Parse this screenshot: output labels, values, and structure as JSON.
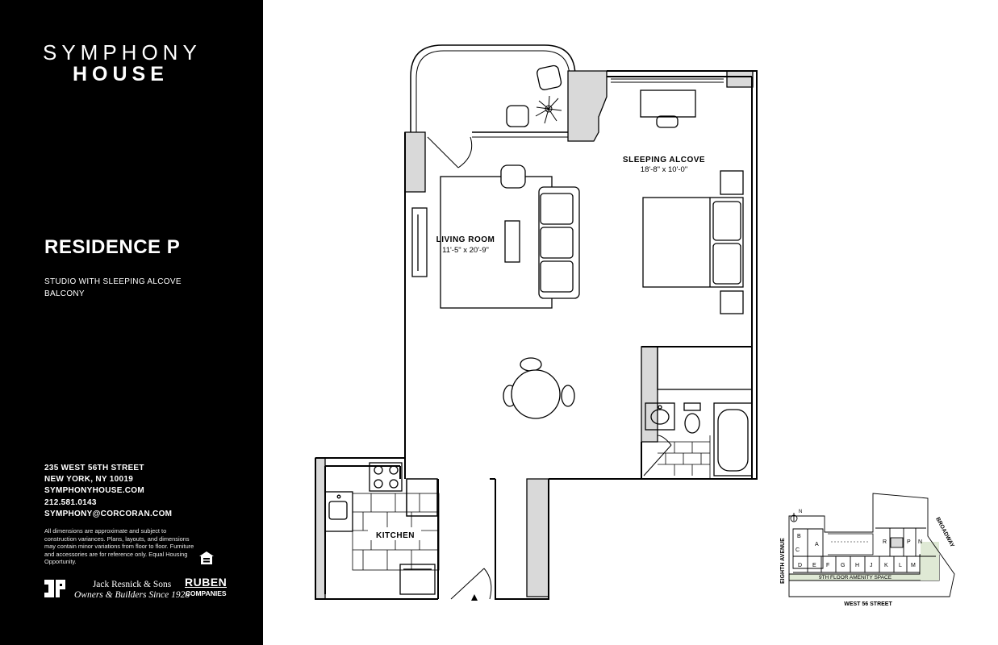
{
  "brand": {
    "line1": "SYMPHONY",
    "line2": "HOUSE"
  },
  "residence": {
    "title": "RESIDENCE P",
    "subtitle_lines": [
      "STUDIO WITH SLEEPING ALCOVE",
      "BALCONY"
    ]
  },
  "contact": {
    "address1": "235 WEST 56TH STREET",
    "address2": "NEW YORK, NY 10019",
    "website": "SYMPHONYHOUSE.COM",
    "phone": "212.581.0143",
    "email": "SYMPHONY@CORCORAN.COM"
  },
  "disclaimer": "All dimensions are approximate and subject to construction variances. Plans, layouts, and dimensions may contain minor variations from floor to floor. Furniture and accessories are for reference only. Equal Housing Opportunity.",
  "developer": {
    "line1": "Jack Resnick & Sons",
    "line2": "Owners & Builders Since 1928"
  },
  "ruben": {
    "line1": "RUBEN",
    "line2": "COMPANIES"
  },
  "rooms": {
    "sleeping_alcove": {
      "name": "SLEEPING ALCOVE",
      "dims": "18'-8\" x 10'-0\""
    },
    "living_room": {
      "name": "LIVING ROOM",
      "dims": "11'-5\" x 20'-9\""
    },
    "kitchen": {
      "name": "KITCHEN"
    }
  },
  "keyplan": {
    "street_left": "EIGHTH AVENUE",
    "street_right": "BROADWAY",
    "street_bottom": "WEST 56 STREET",
    "amenity": "9TH FLOOR AMENITY SPACE",
    "north": "N",
    "units_bottom": [
      "D",
      "E",
      "F",
      "G",
      "H",
      "J",
      "K",
      "L",
      "M"
    ],
    "units_top_left": [
      "B",
      "A"
    ],
    "unit_c": "C",
    "units_top_right": [
      "R",
      "P",
      "N"
    ],
    "highlight_unit": "P"
  },
  "colors": {
    "sidebar_bg": "#000000",
    "amenity_green": "#dfe9d5",
    "wall_gray": "#d9d9d9"
  }
}
